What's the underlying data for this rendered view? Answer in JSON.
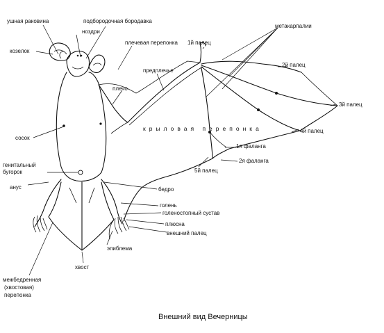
{
  "labels": {
    "ear": "ушная раковина",
    "chin_wart": "подбородочная бородавка",
    "nostrils": "ноздри",
    "tragus": "козелок",
    "shoulder_membrane": "плечевая перепонка",
    "digit1": "1й палец",
    "metacarpals": "метакарпалии",
    "forearm": "предплечье",
    "digit2": "2й палец",
    "shoulder": "плечо",
    "digit3": "3й палец",
    "nipple": "сосок",
    "wing_membrane": "крыловая перепонка",
    "digit4": "4й палец",
    "phalanx1": "1я фаланга",
    "phalanx2": "2я фаланга",
    "genital_line1": "генитальный",
    "genital_line2": "бугорок",
    "digit5": "5й палец",
    "anus": "анус",
    "thigh": "бедро",
    "shin": "голень",
    "ankle": "голеностопный сустав",
    "metatarsus": "плюсна",
    "outer_toe": "внешний палец",
    "epiblema": "эпиблема",
    "tail": "хвост",
    "interfemoral_line1": "межбедренная",
    "interfemoral_line2": "(хвостовая)",
    "interfemoral_line3": "перепонка"
  },
  "caption": "Внешний вид Вечерницы"
}
